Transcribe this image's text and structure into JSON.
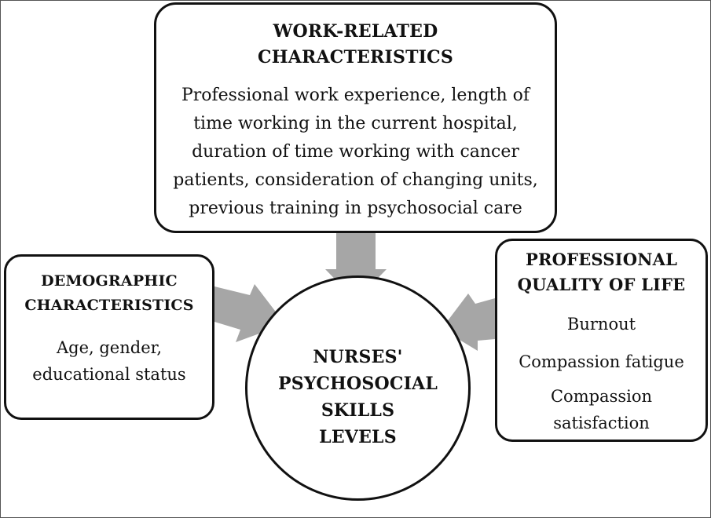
{
  "work_related": {
    "title_lines": [
      "WORK-RELATED",
      "CHARACTERISTICS"
    ],
    "body_lines": [
      "Professional work experience, length of",
      "time working in the current hospital,",
      "duration of time working with cancer",
      "patients, consideration of changing units,",
      "previous training in psychosocial care"
    ]
  },
  "demographic": {
    "title_lines": [
      "DEMOGRAPHIC",
      "CHARACTERISTICS"
    ],
    "body_lines": [
      "Age, gender,",
      "educational status"
    ]
  },
  "professional_quality": {
    "title_lines": [
      "PROFESSIONAL",
      "QUALITY OF LIFE"
    ],
    "items": [
      "Burnout",
      "Compassion fatigue",
      "Compassion satisfaction"
    ]
  },
  "center": {
    "title_lines": [
      "NURSES'",
      "PSYCHOSOCIAL",
      "SKILLS",
      "LEVELS"
    ]
  },
  "colors": {
    "arrow": "#a6a6a6",
    "border": "#111111"
  }
}
